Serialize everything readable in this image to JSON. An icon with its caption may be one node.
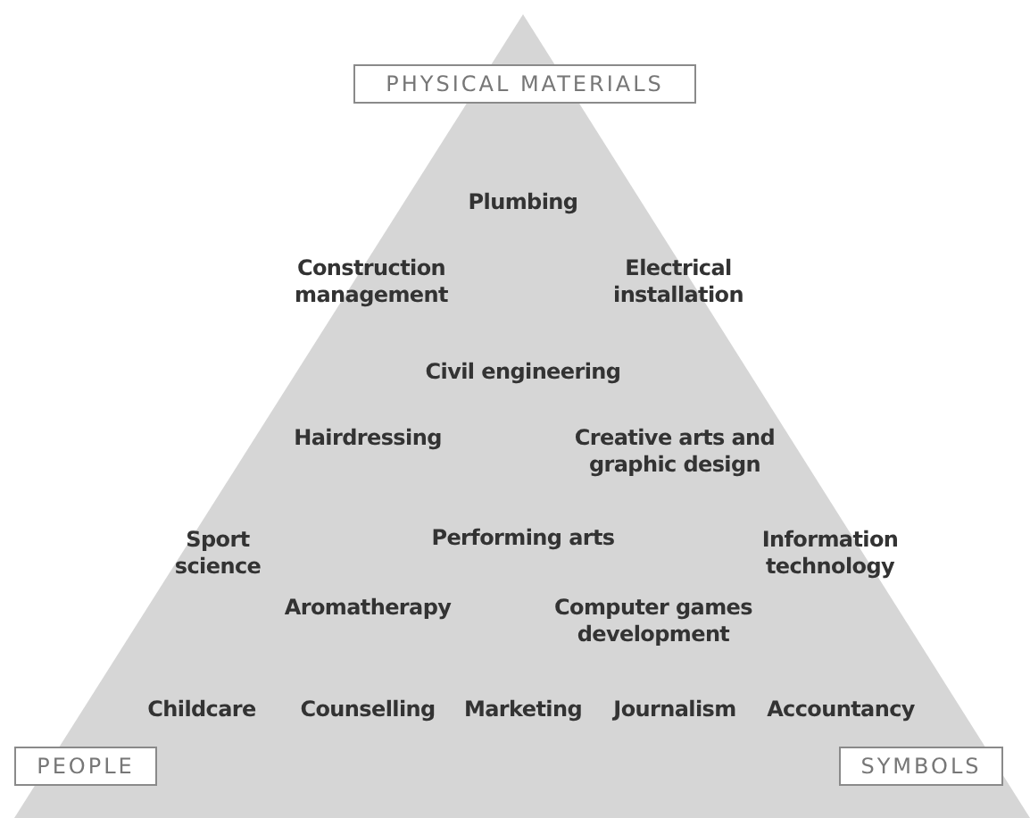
{
  "diagram": {
    "nodes": [
      {
        "text": [
          "PHYSICAL MATERIALS"
        ]
      },
      {
        "text": [
          "PEOPLE"
        ]
      },
      {
        "text": [
          "SYMBOLS"
        ]
      }
    ],
    "edges": [],
    "labels": [
      "Plumbing",
      "Construction management",
      "Electrical installation",
      "Civil engineering",
      "Hairdressing",
      "Creative arts and graphic design",
      "Sport science",
      "Performing arts",
      "Information technology",
      "Aromatherapy",
      "Computer games development",
      "Childcare",
      "Counselling",
      "Marketing",
      "Journalism",
      "Accountancy"
    ]
  }
}
